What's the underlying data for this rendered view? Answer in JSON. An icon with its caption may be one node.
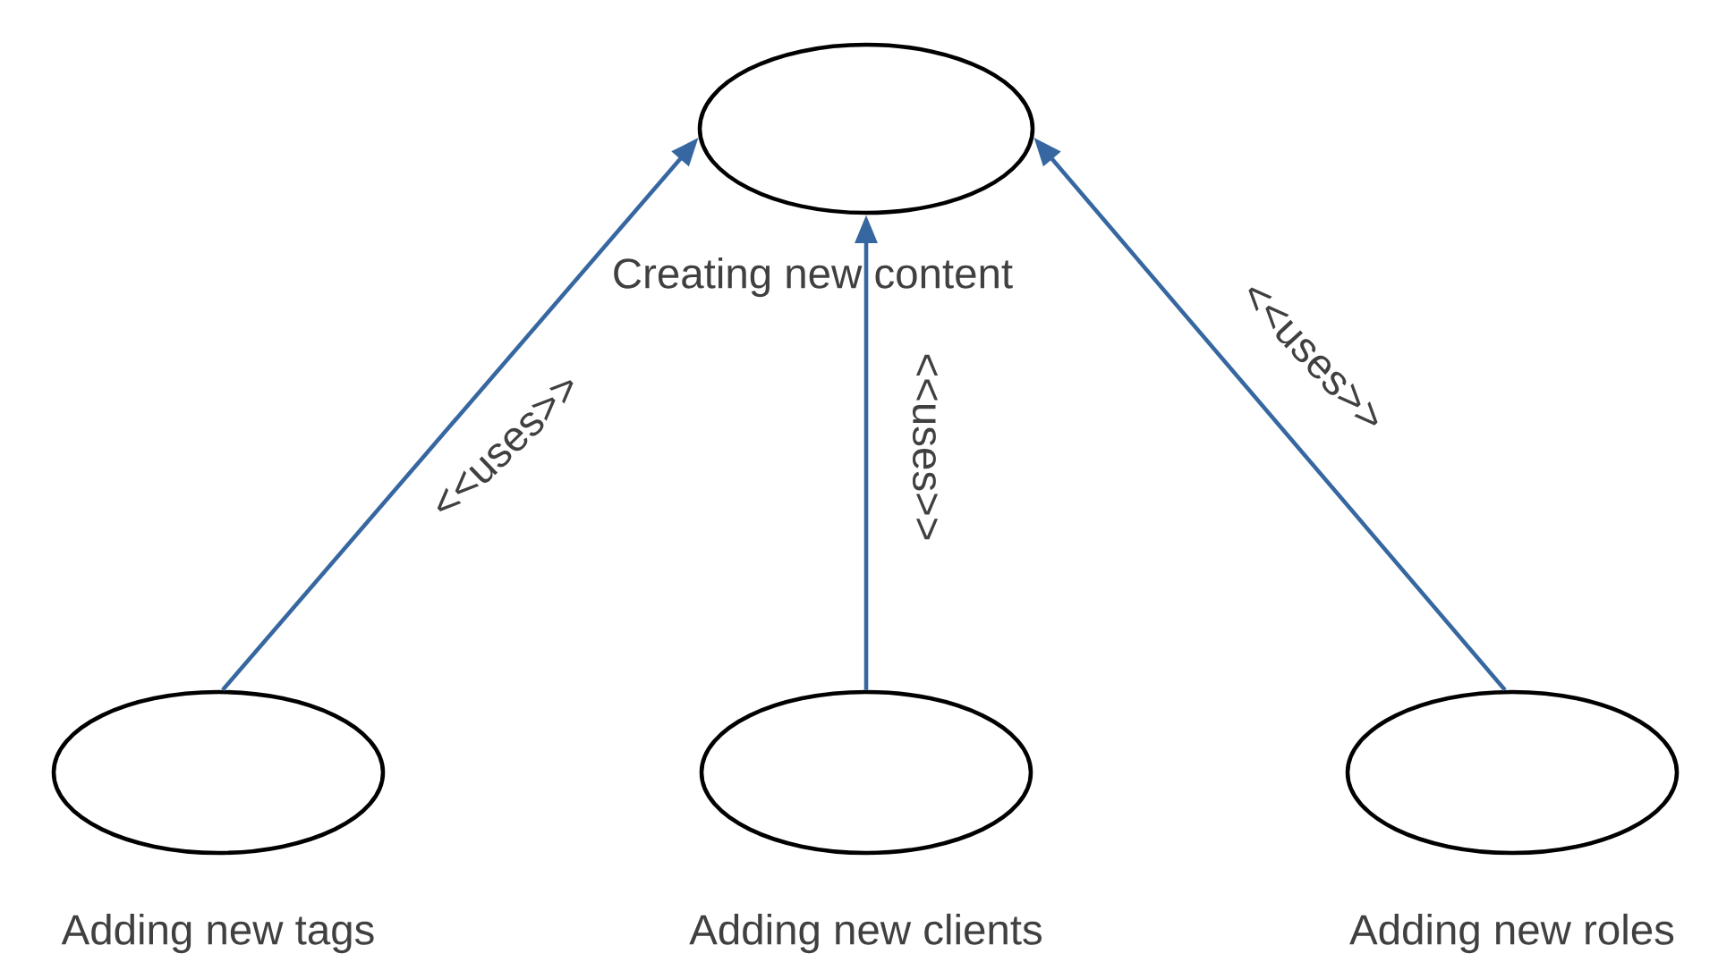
{
  "diagram": {
    "nodes": [
      {
        "text": [
          "Creating new content"
        ]
      },
      {
        "text": [
          "Adding new tags"
        ]
      },
      {
        "text": [
          "Adding new clients"
        ]
      },
      {
        "text": [
          "Adding new roles"
        ]
      }
    ],
    "edges": [
      {
        "from": 1,
        "to": 0,
        "arrow": "to",
        "label": "<<uses>>"
      },
      {
        "from": 2,
        "to": 0,
        "arrow": "to",
        "label": "<<uses>>"
      },
      {
        "from": 3,
        "to": 0,
        "arrow": "to",
        "label": "<<uses>>"
      }
    ]
  }
}
